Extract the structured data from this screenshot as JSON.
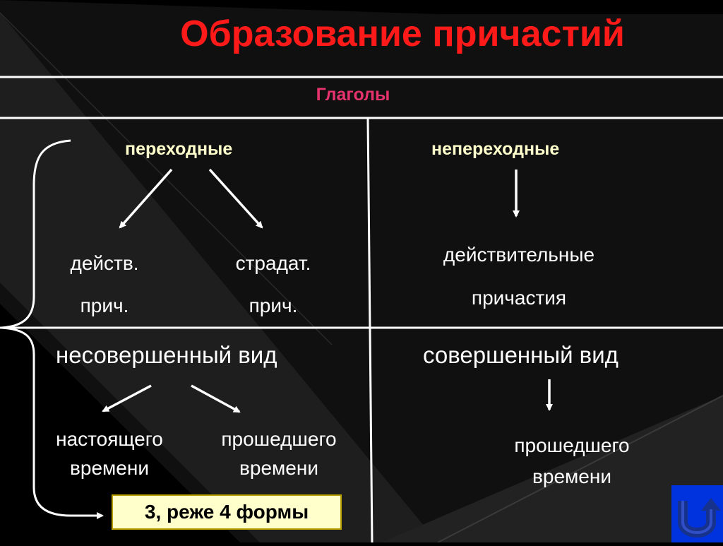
{
  "title": "Образование причастий",
  "verbs_label": "Глаголы",
  "transitive": {
    "heading": "переходные",
    "active_line1": "действ.",
    "active_line2": "прич.",
    "passive_line1": "страдат.",
    "passive_line2": "прич."
  },
  "intransitive": {
    "heading": "непереходные",
    "result_line1": "действительные",
    "result_line2": "причастия"
  },
  "imperfective": {
    "heading": "несовершенный вид",
    "present_line1": "настоящего",
    "present_line2": "времени",
    "past_line1": "прошедшего",
    "past_line2": "времени"
  },
  "perfective": {
    "heading": "совершенный вид",
    "past_line1": "прошедшего",
    "past_line2": "времени"
  },
  "forms_note": "3, реже 4 формы",
  "colors": {
    "title": "#ff1a1a",
    "verbs_label": "#e6336e",
    "heading": "#ffffcc",
    "box_bg": "#ffffcc",
    "home_bg": "#0033dd"
  },
  "icons": {
    "home": "u-turn-arrow-icon"
  }
}
